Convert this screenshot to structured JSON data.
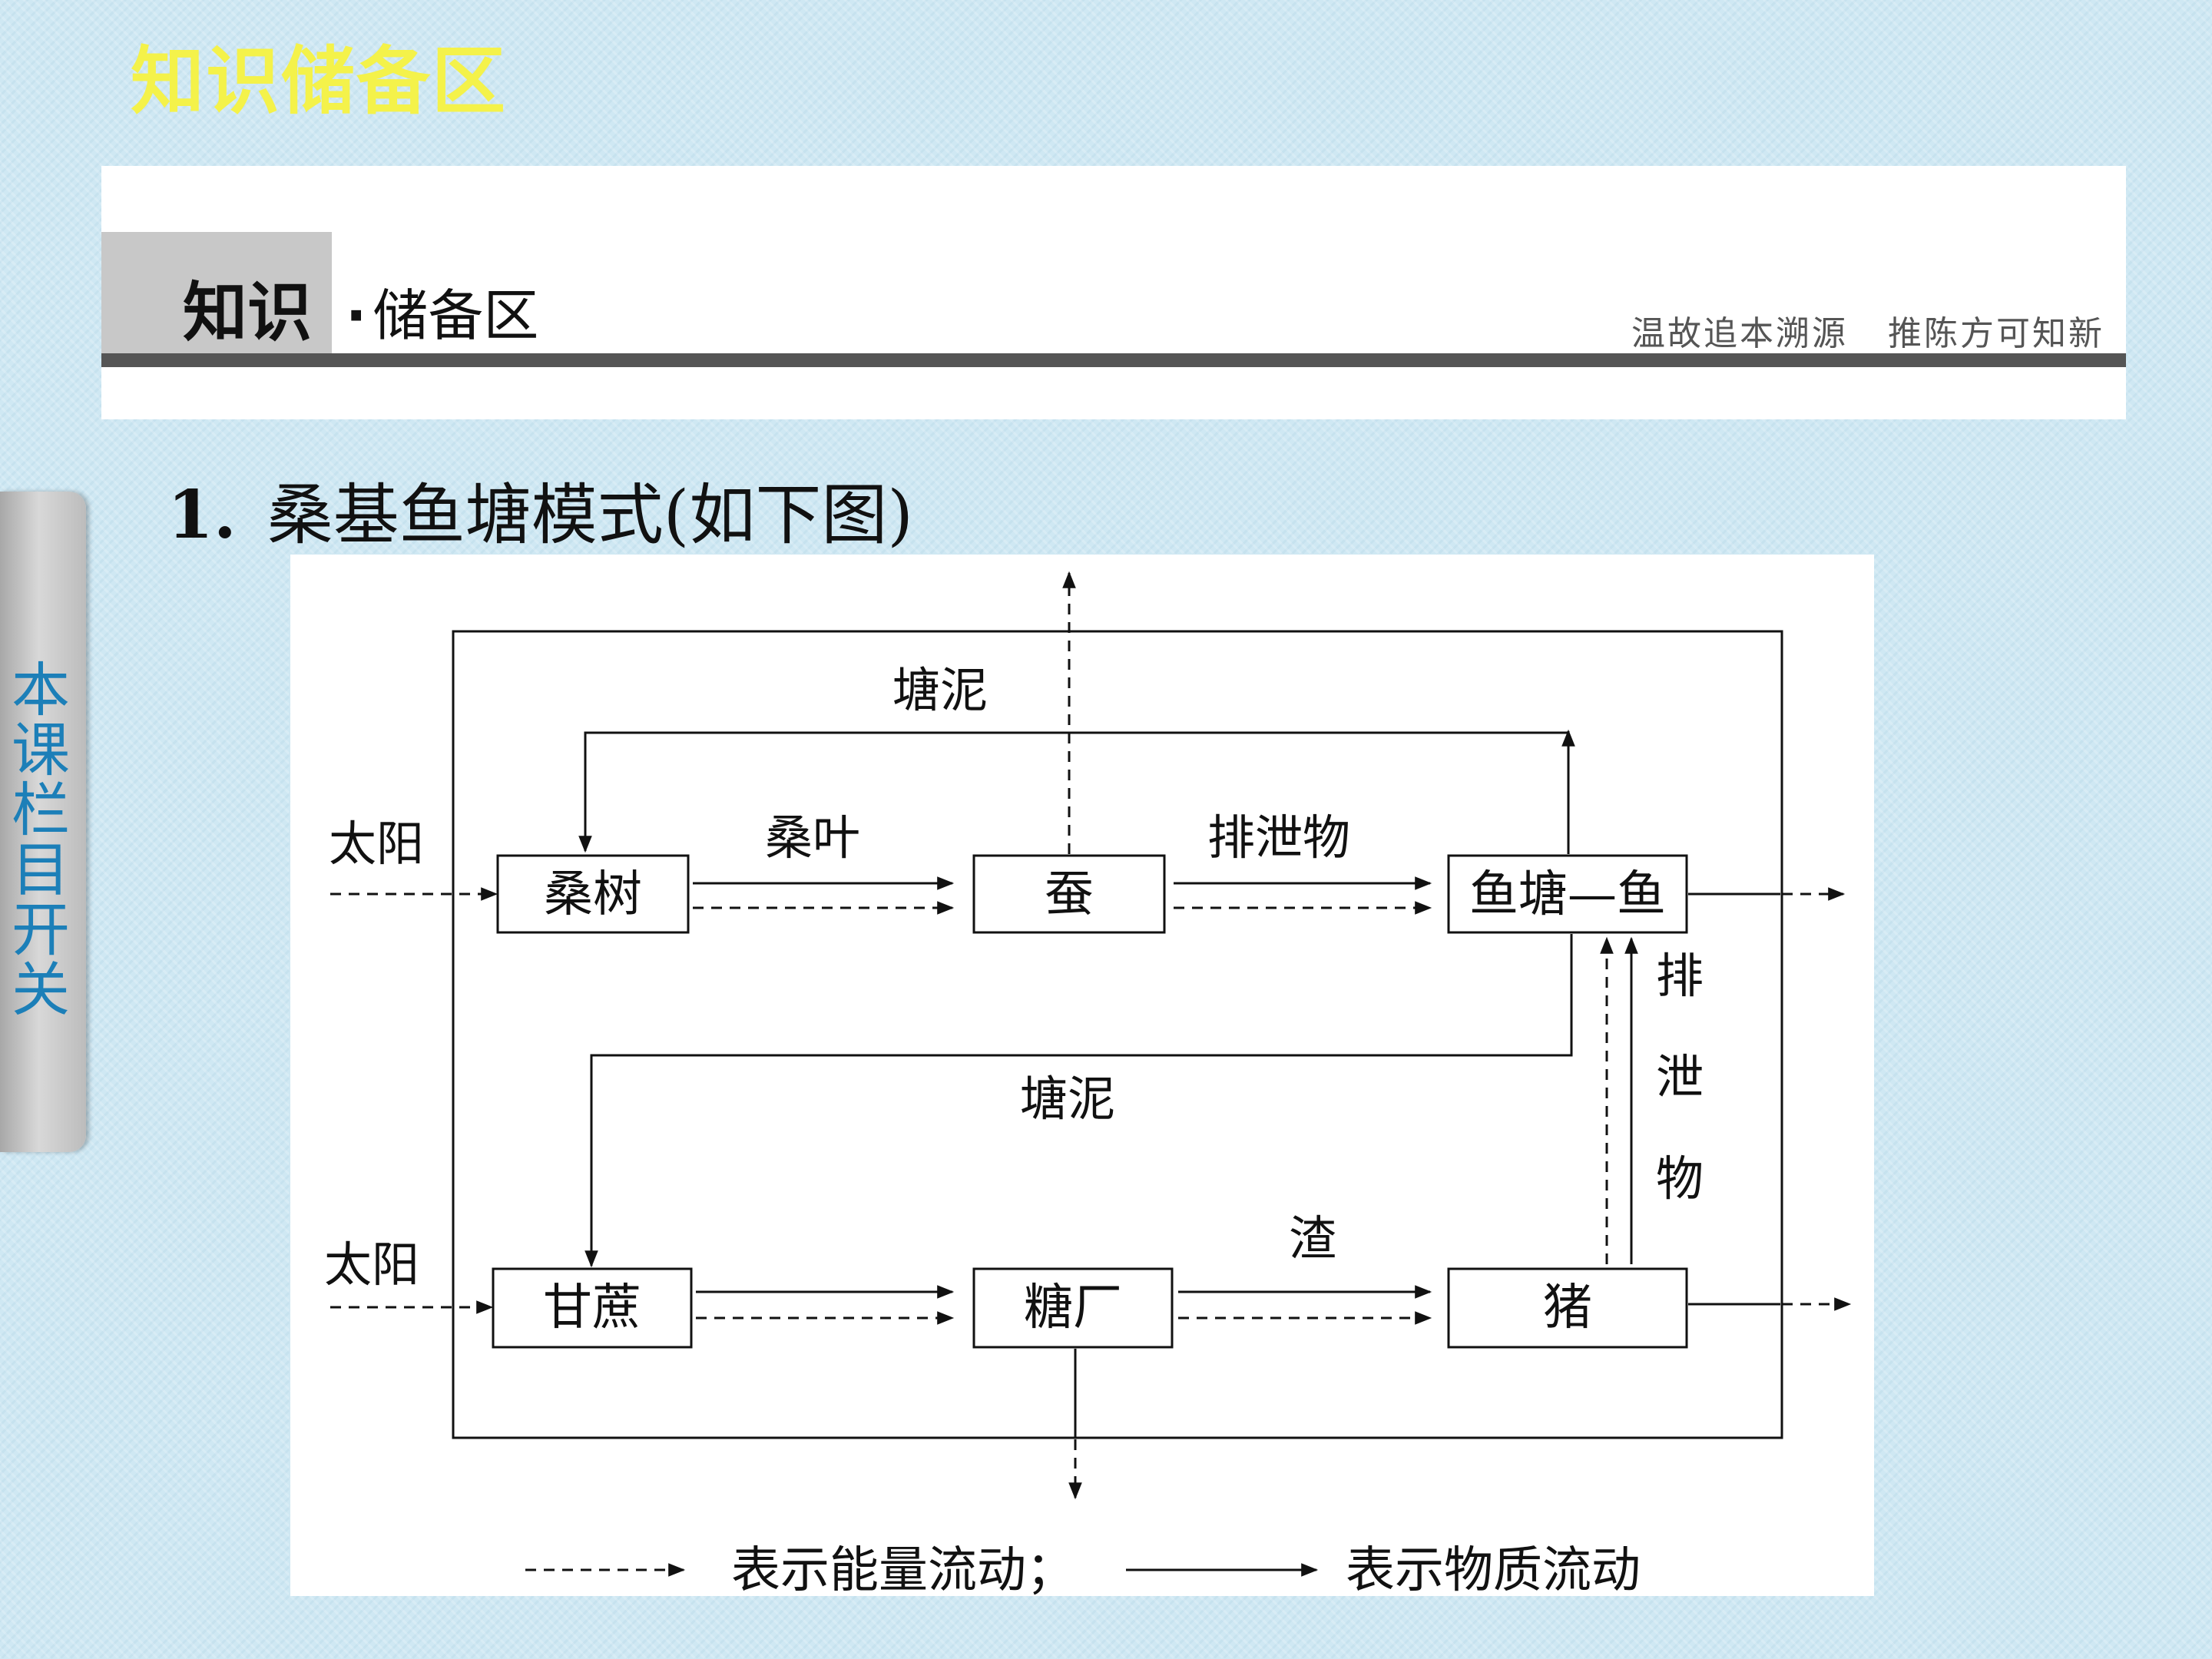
{
  "slide": {
    "title": "知识储备区"
  },
  "header": {
    "tab_label": "知识",
    "subtitle": "储备区",
    "motto_left": "温故追本溯源",
    "motto_right": "推陈方可知新"
  },
  "sidebar": {
    "label": "本课栏目开关"
  },
  "section": {
    "number": "1.",
    "heading": "桑基鱼塘模式(如下图)"
  },
  "diagram": {
    "nodes": {
      "mulberry": "桑树",
      "silkworm": "蚕",
      "fishpond": "鱼塘—鱼",
      "sugarcane": "甘蔗",
      "sugar_mill": "糖厂",
      "pig": "猪"
    },
    "edge_labels": {
      "sun_top": "太阳",
      "sun_bottom": "太阳",
      "mulberry_leaf": "桑叶",
      "excrement_top": "排泄物",
      "pond_mud_top": "塘泥",
      "pond_mud_mid": "塘泥",
      "residue": "渣",
      "excrement_vertical": [
        "排",
        "泄",
        "物"
      ]
    },
    "legend": {
      "energy_flow": "表示能量流动；",
      "material_flow": "表示物质流动"
    },
    "colors": {
      "line": "#111111",
      "box_fill": "#ffffff"
    }
  }
}
